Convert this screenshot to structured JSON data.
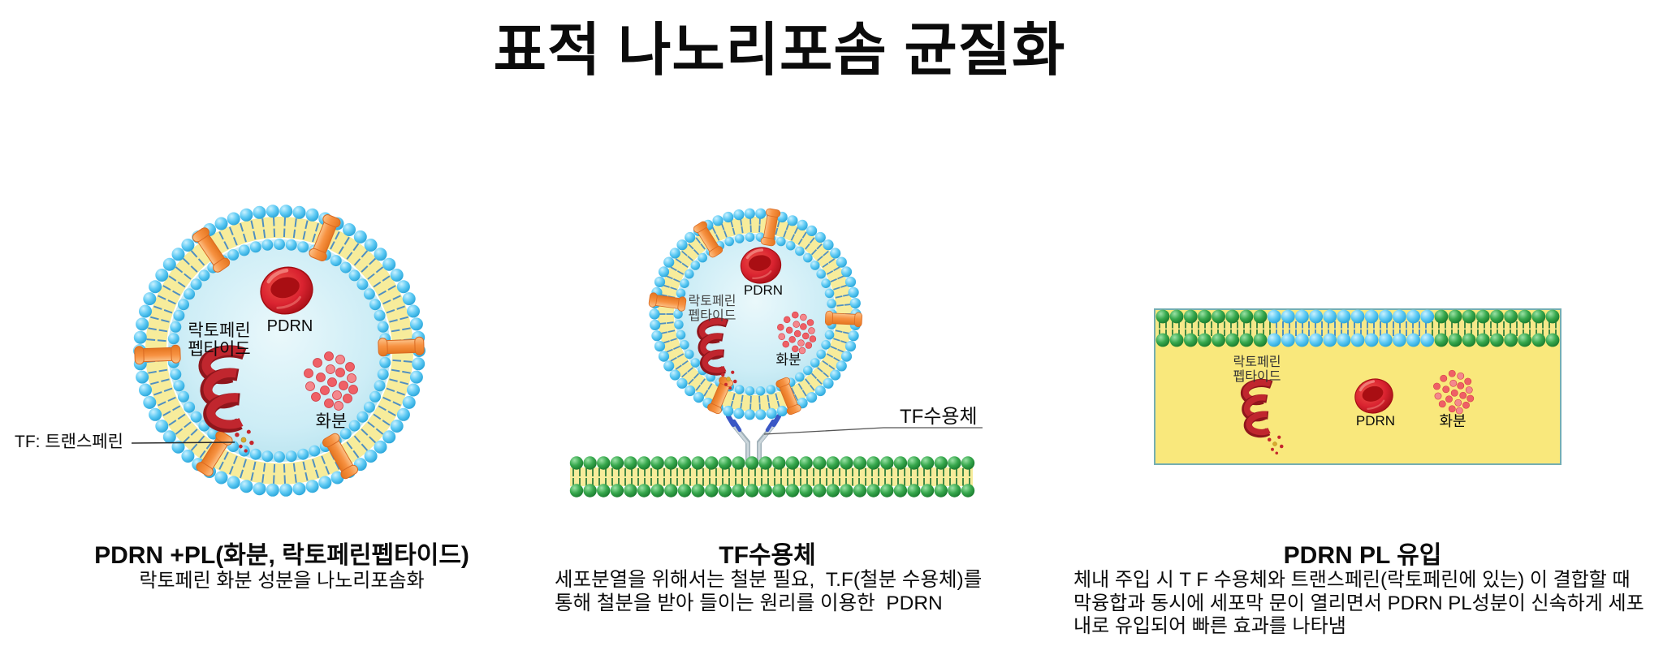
{
  "title": "표적 나노리포솜 균질화",
  "colors": {
    "interior_blue": "#cfeef6",
    "membrane_yellow": "#f7ec9b",
    "bead_blue": "#4fc4f0",
    "bead_green": "#2f9e44",
    "protein_orange": "#f79a4e",
    "rbc_red": "#d8232a",
    "ribbon_red": "#b2222a",
    "pollen_pink": "#ee5f66",
    "cell_yellow": "#f9e87c",
    "title_black": "#000000"
  },
  "panels": {
    "liposome1": {
      "labels": {
        "lactoferrin": "락토페린\n펩타이드",
        "pdrn": "PDRN",
        "pollen": "화분",
        "transferrin": "TF: 트랜스페린"
      },
      "caption": {
        "title": "PDRN +PL(화분, 락토페린펩타이드)",
        "body": "락토페린 화분 성분을 나노리포솜화"
      }
    },
    "liposome2": {
      "labels": {
        "lactoferrin": "락토페린\n펩타이드",
        "pdrn": "PDRN",
        "pollen": "화분",
        "tf_receptor": "TF수용체"
      },
      "caption": {
        "title": "TF수용체",
        "body": "세포분열을 위해서는 철분 필요,  T.F(철분 수용체)를\n통해 철분을 받아 들이는 원리를 이용한  PDRN"
      }
    },
    "cell_influx": {
      "labels": {
        "lactoferrin": "락토페린\n펩타이드",
        "pdrn": "PDRN",
        "pollen": "화분"
      },
      "caption": {
        "title": "PDRN PL 유입",
        "body": "체내 주입 시 T F 수용체와 트랜스페린(락토페린에 있는) 이 결합할 때\n막융합과 동시에 세포막 문이 열리면서 PDRN PL성분이 신속하게 세포\n내로 유입되어 빠른 효과를 나타냄"
      }
    }
  }
}
